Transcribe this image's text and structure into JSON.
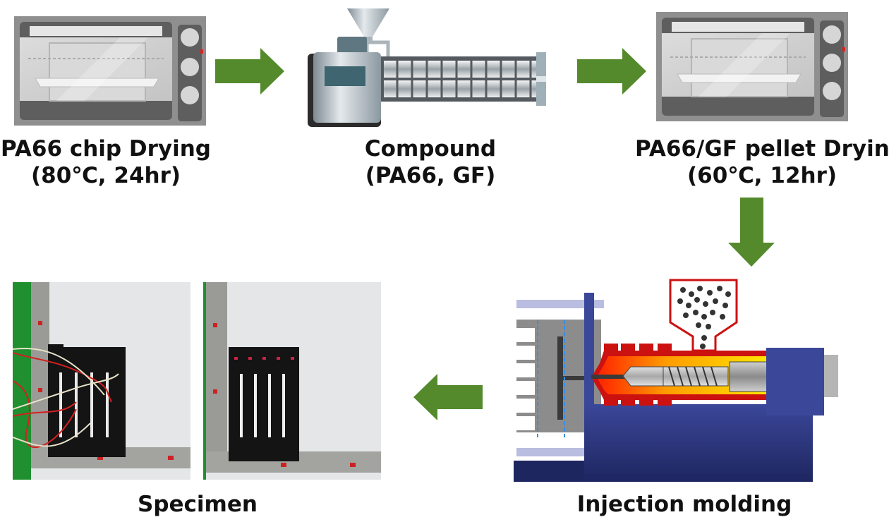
{
  "title": "PA66/GF specimen preparation process",
  "colors": {
    "arrow": "#548a2c",
    "oven_body": "#8f8f8f",
    "oven_dark": "#5a5a5a",
    "machine_blue": "#2e3580",
    "heater_red": "#cc1111",
    "melt_orange": "#ff9a00"
  },
  "steps": [
    {
      "id": "chip-drying",
      "label_line1": "PA66 chip Drying",
      "label_line2": "(80℃, 24hr)",
      "icon": "oven-icon"
    },
    {
      "id": "compound",
      "label_line1": "Compound",
      "label_line2": "(PA66, GF)",
      "icon": "twin-screw-extruder-icon"
    },
    {
      "id": "pellet-drying",
      "label_line1": "PA66/GF pellet Drying",
      "label_line2": "(60℃, 12hr)",
      "icon": "oven-icon"
    },
    {
      "id": "injection-molding",
      "label_line1": "Injection molding",
      "icon": "injection-molding-machine-icon"
    },
    {
      "id": "specimen",
      "label_line1": "Specimen",
      "icon": "specimen-photo"
    }
  ],
  "arrows": [
    {
      "from": "chip-drying",
      "to": "compound",
      "direction": "right"
    },
    {
      "from": "compound",
      "to": "pellet-drying",
      "direction": "right"
    },
    {
      "from": "pellet-drying",
      "to": "injection-molding",
      "direction": "down"
    },
    {
      "from": "injection-molding",
      "to": "specimen",
      "direction": "left"
    }
  ],
  "specimen_photos": [
    {
      "id": "with-strain-gauges",
      "specimen_count": 5,
      "has_wires": true
    },
    {
      "id": "plain",
      "specimen_count": 5,
      "has_wires": false
    }
  ]
}
